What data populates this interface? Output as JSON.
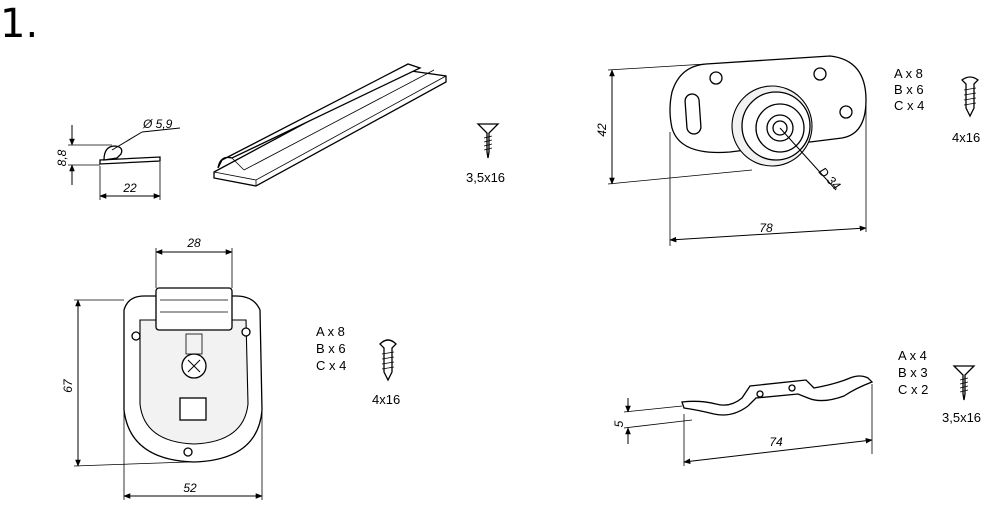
{
  "title": "1.",
  "rail": {
    "dim_height": "8,8",
    "dim_diameter": "Ø 5,9",
    "dim_width": "22",
    "screw_size": "3,5x16"
  },
  "wheel": {
    "dim_height": "42",
    "dim_diameter": "D 34",
    "dim_width": "78",
    "list": [
      "A x 8",
      "B x 6",
      "C x 4"
    ],
    "screw_size": "4x16"
  },
  "guide": {
    "dim_top_width": "28",
    "dim_height": "67",
    "dim_width": "52",
    "list": [
      "A x 8",
      "B x 6",
      "C x 4"
    ],
    "screw_size": "4x16"
  },
  "stopper": {
    "dim_height": "5",
    "dim_width": "74",
    "list": [
      "A x 4",
      "B x 3",
      "C x 2"
    ],
    "screw_size": "3,5x16"
  }
}
